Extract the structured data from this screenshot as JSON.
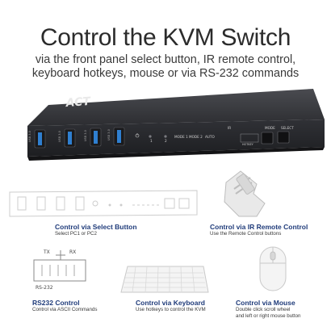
{
  "header": {
    "title": "Control the KVM Switch",
    "subtitle_line1": "via the front panel select button, IR remote control,",
    "subtitle_line2": "keyboard hotkeys, mouse or via RS-232 commands"
  },
  "device": {
    "brand": "ACT",
    "port_labels": [
      "USB 3.0",
      "USB 3.0",
      "USB 3.0",
      "USB 3.0"
    ],
    "indicators": [
      "1",
      "2",
      "MODE 1",
      "MODE 2",
      "AUTO"
    ],
    "ir_label": "IR",
    "hotkey_label": "HOTKEY",
    "mode_label": "MODE",
    "select_label": "SELECT"
  },
  "methods": {
    "select_button": {
      "title": "Control via Select Button",
      "desc": "Select PC1 or PC2"
    },
    "ir_remote": {
      "title": "Control via IR Remote Control",
      "desc": "Use the Remote Control buttons"
    },
    "rs232": {
      "title": "RS232 Control",
      "desc": "Control via ASCII Commands",
      "tx": "TX",
      "rx": "RX",
      "port": "RS-232"
    },
    "keyboard": {
      "title": "Control via Keyboard",
      "desc": "Use hotkeys to control the KVM"
    },
    "mouse": {
      "title": "Control via Mouse",
      "desc_line1": "Double click scroll wheel",
      "desc_line2": "and left or right mouse button"
    }
  },
  "colors": {
    "caption_blue": "#1f3b7a",
    "usb_blue": "#2f7fd0",
    "device_body": "#2e2f33"
  }
}
